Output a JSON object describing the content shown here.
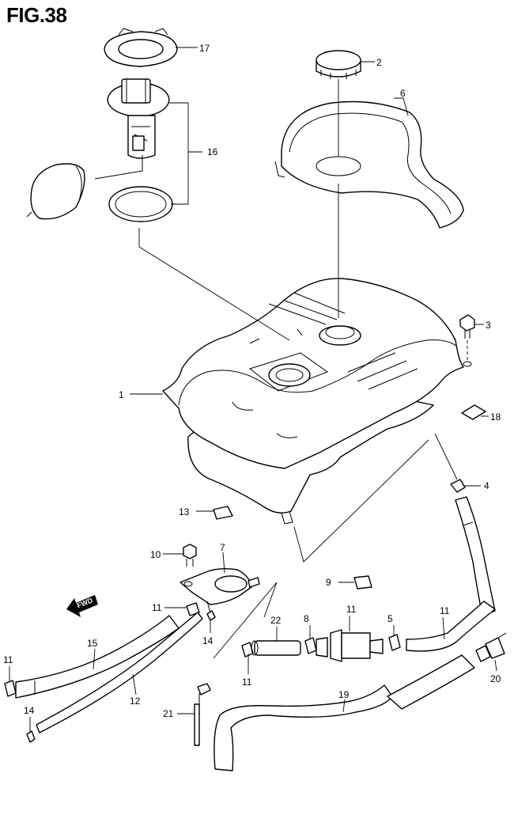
{
  "figure": {
    "title": "FIG.38"
  },
  "fwd_label": "FWD",
  "callouts": [
    {
      "id": "c17",
      "text": "17"
    },
    {
      "id": "c2",
      "text": "2"
    },
    {
      "id": "c6",
      "text": "6"
    },
    {
      "id": "c16",
      "text": "16"
    },
    {
      "id": "c3",
      "text": "3"
    },
    {
      "id": "c1",
      "text": "1"
    },
    {
      "id": "c18",
      "text": "18"
    },
    {
      "id": "c4",
      "text": "4"
    },
    {
      "id": "c13",
      "text": "13"
    },
    {
      "id": "c10",
      "text": "10"
    },
    {
      "id": "c7",
      "text": "7"
    },
    {
      "id": "c9",
      "text": "9"
    },
    {
      "id": "c11a",
      "text": "11"
    },
    {
      "id": "c14a",
      "text": "14"
    },
    {
      "id": "c22",
      "text": "22"
    },
    {
      "id": "c11b",
      "text": "11"
    },
    {
      "id": "c8",
      "text": "8"
    },
    {
      "id": "c11c",
      "text": "11"
    },
    {
      "id": "c5",
      "text": "5"
    },
    {
      "id": "c11d",
      "text": "11"
    },
    {
      "id": "c15",
      "text": "15"
    },
    {
      "id": "c11e",
      "text": "11"
    },
    {
      "id": "c20",
      "text": "20"
    },
    {
      "id": "c12",
      "text": "12"
    },
    {
      "id": "c14b",
      "text": "14"
    },
    {
      "id": "c21",
      "text": "21"
    },
    {
      "id": "c19",
      "text": "19"
    }
  ]
}
